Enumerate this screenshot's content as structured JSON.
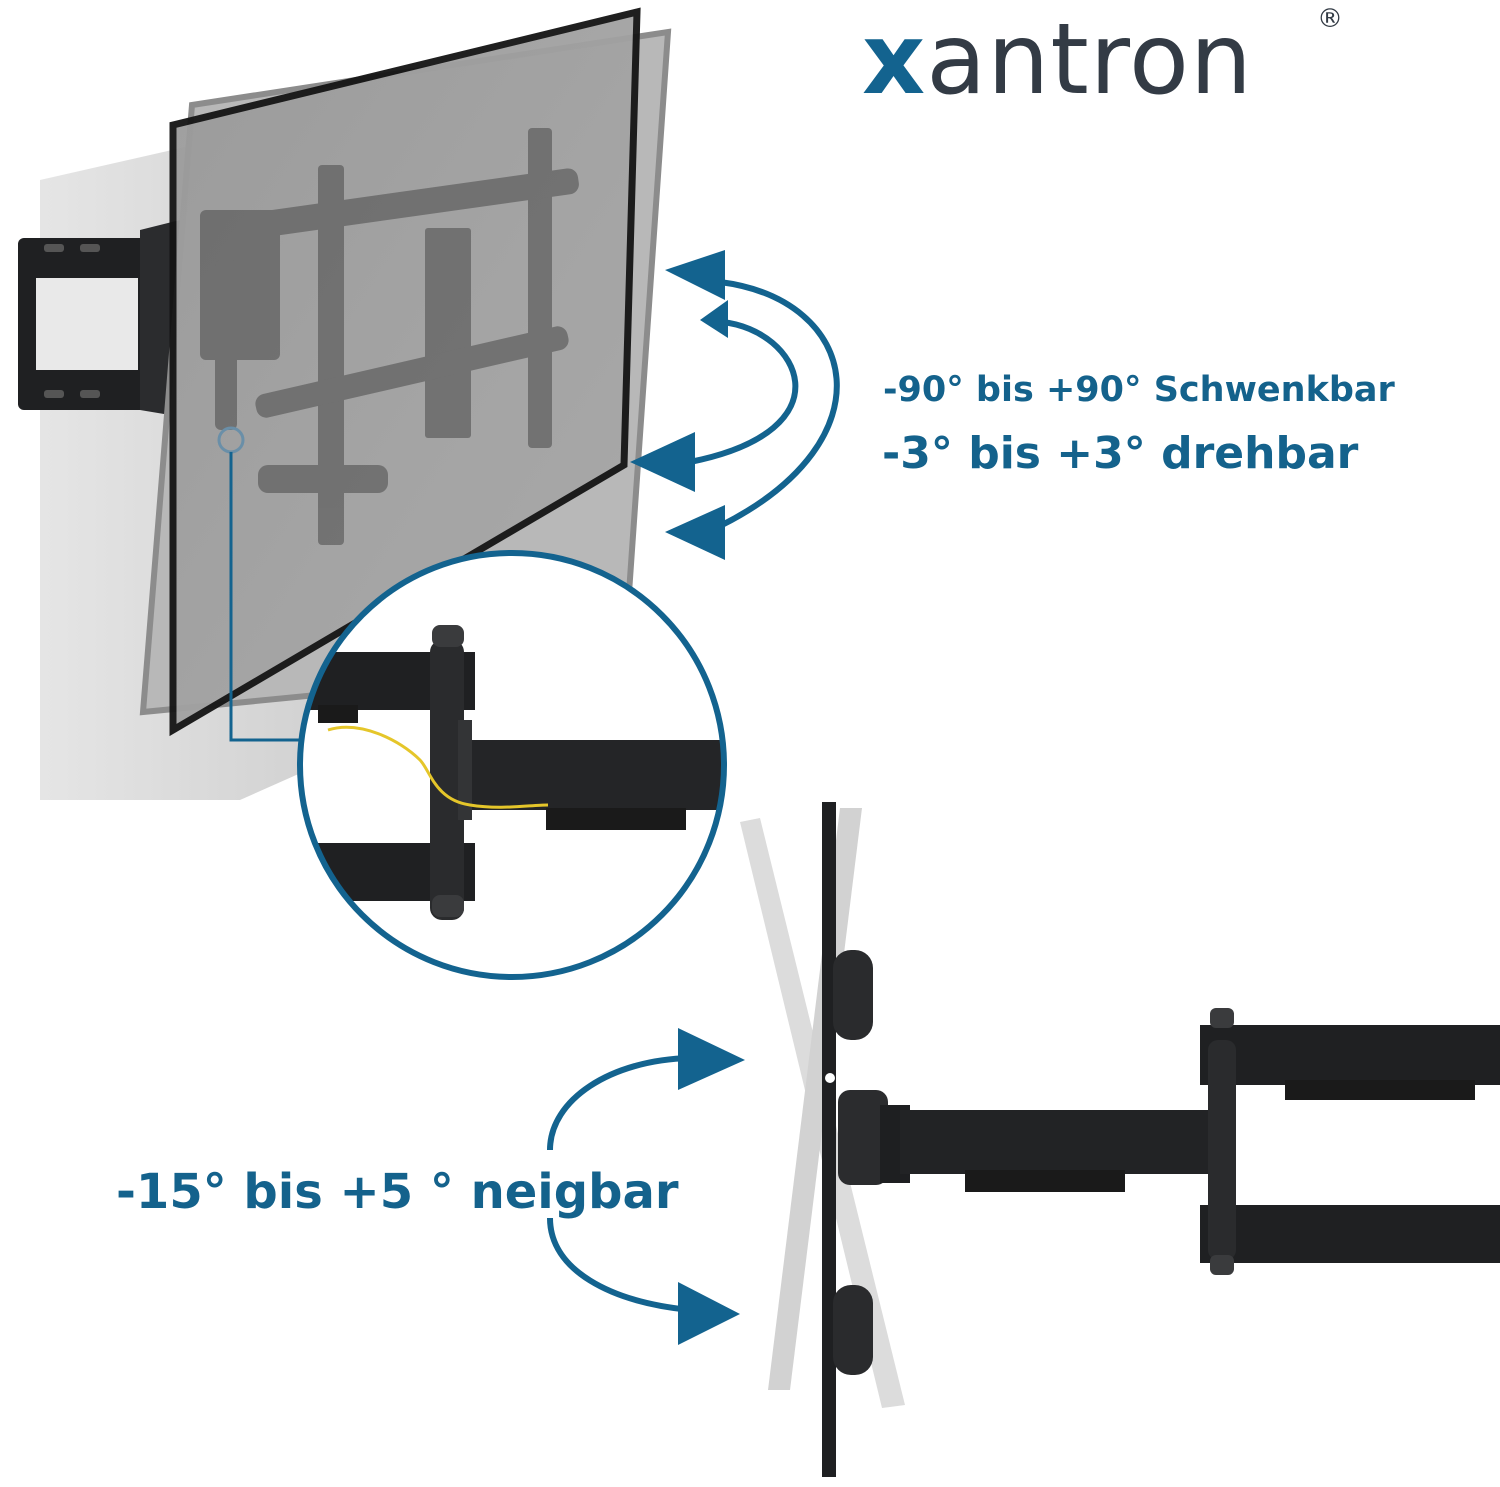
{
  "brand": {
    "logo_x": "x",
    "logo_rest": "antron",
    "registered_mark": "®"
  },
  "features": {
    "swivel": "-90° bis +90° Schwenkbar",
    "rotate": "-3° bis +3° drehbar",
    "tilt": "-15° bis +5 ° neigbar"
  },
  "colors": {
    "accent": "#13638f",
    "logo_text": "#333b45",
    "mount_black": "#1f2022",
    "wall_gray": "#d8d8d8"
  },
  "icons": [
    "swivel-arrows-icon",
    "tilt-arrows-icon"
  ]
}
